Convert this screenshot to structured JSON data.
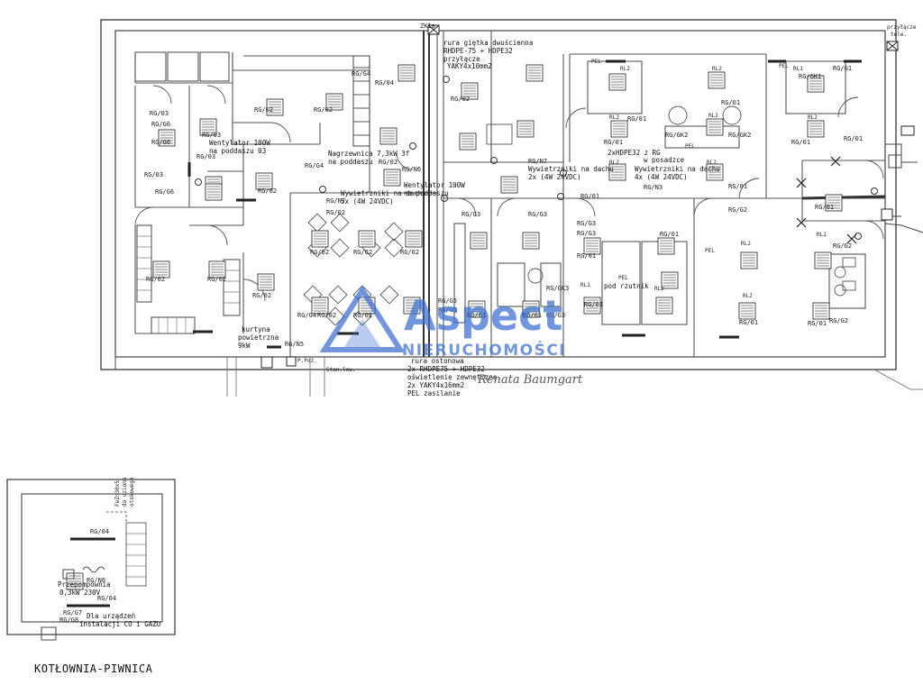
{
  "watermark": {
    "brand": "Aspect",
    "sub": "NIERUCHOMOŚCI",
    "color": "#3b6fd0"
  },
  "signature": "Renata Baumgart",
  "basement_title": "KOTŁOWNIA-PIWNICA",
  "top_entry_label": "ZK1a",
  "top_right_notes": [
    "przyłącze",
    "tele."
  ],
  "notes": {
    "pipe_top_1": "rura giętka dwuścienna",
    "pipe_top_2": "RHDPE-75 + HDPE32",
    "pipe_top_3": "przyłącze",
    "pipe_top_4": "YAKY4x10mm2",
    "vent_1a": "Wentylator 100W",
    "vent_1b": "na poddaszu 03",
    "heater_a": "Nagrzewnica 7,3kW 3f",
    "heater_b": "na poddaszu",
    "roof_fans_1a": "Wywietrzniki na dachu",
    "roof_fans_1b": "5x (4W 24VDC)",
    "vent_2a": "Wentylator 100W",
    "vent_2b": "na poddaszu",
    "roof_fans_2a": "Wywietrzniki na dachu",
    "roof_fans_2b": "2x (4W 24VDC)",
    "zkhdpe_a": "2xHDPE32 z RG",
    "zkhdpe_b": "w posadzce",
    "roof_fans_3a": "Wywietrzniki na dachu",
    "roof_fans_3b": "4x (4W 24VDC)",
    "projector": "pod rzutnik",
    "curtain_a": "kurtyna",
    "curtain_b": "powietrzna",
    "curtain_c": "9kW",
    "pipe_bottom_1": "rura ostonowa",
    "pipe_bottom_2": "2x RHDPE75 + HDPE32",
    "pipe_bottom_3": "oświetlenie zewnętrzne",
    "pipe_bottom_4": "2x YAKY4x16mm2",
    "pipe_bottom_5": "PEL zasilanie",
    "pump_a": "Przepompownia",
    "pump_b": "0,3kW 230V",
    "gas_a": "Dla urządzeń",
    "gas_b": "instalacji CO i GAZU",
    "roof_gutter_a": "FeZn30x5",
    "roof_gutter_b": "do uziomu",
    "roof_gutter_c": "otokowego",
    "ppoz": "P.Poż.",
    "stairs_label": "Stan.lew."
  },
  "circuit_labels": [
    "RG/G4",
    "RG/02",
    "RG/02",
    "RG/04",
    "RG/03",
    "RG/G6",
    "RG/G6",
    "RG/03",
    "RG/03",
    "RG/G6",
    "RG/03",
    "RG/02",
    "RG/G4",
    "RG/N6",
    "RG/02",
    "RG/02",
    "RG/N7",
    "RG/02",
    "RG/02",
    "RG/02",
    "RG/02",
    "RG/02",
    "RG/02",
    "RG/G4",
    "RG/N5",
    "RG/02",
    "RG/02",
    "RG/G5",
    "RG/G5",
    "RG/G3",
    "RG/N7",
    "RG/G3",
    "RG/G3",
    "RG/G3",
    "RG/G3",
    "RG/01",
    "RG/01",
    "RG/GK3",
    "RG/01",
    "RG/01",
    "RG/01",
    "RG/01",
    "RG/01",
    "RG/GK2",
    "RG/GK2",
    "RG/01",
    "RG/G1",
    "RG/GK1",
    "RG/01",
    "RG/01",
    "RG/01",
    "RG/01",
    "RG/G2",
    "RG/G2",
    "RG/01",
    "RG/G2",
    "RG/01",
    "RG/N3",
    "RG/01",
    "RG/02",
    "RG/04",
    "RG/N6",
    "RG/04",
    "RG/G7",
    "RG/G8"
  ],
  "fixture_labels": [
    "RL1",
    "RL2",
    "RL2",
    "RL2",
    "RL2",
    "RL2",
    "RL2",
    "RL1",
    "RL2",
    "RL2",
    "RL2",
    "RL1",
    "RL2",
    "PEL",
    "PEL",
    "PEL",
    "PEL",
    "PEL"
  ]
}
